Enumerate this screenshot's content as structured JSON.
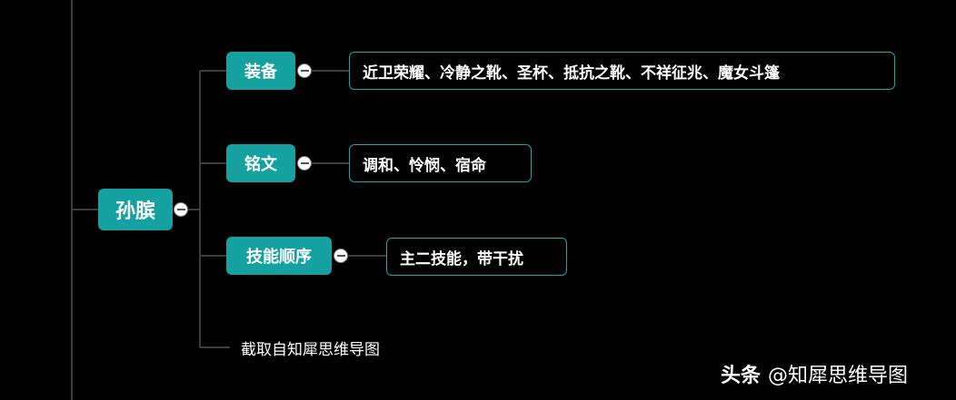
{
  "mindmap": {
    "root": {
      "label": "孙膑"
    },
    "branches": [
      {
        "label": "装备",
        "detail": "近卫荣耀、冷静之靴、圣杯、抵抗之靴、不祥征兆、魔女斗篷"
      },
      {
        "label": "铭文",
        "detail": "调和、怜悯、宿命"
      },
      {
        "label": "技能顺序",
        "detail": "主二技能，带干扰"
      }
    ],
    "note": "截取自知犀思维导图"
  },
  "watermark": {
    "logo": "头条",
    "account": "@知犀思维导图"
  },
  "colors": {
    "background": "#000000",
    "node_fill": "#14a19f",
    "leaf_border": "#1aa7a5",
    "connector": "#3c3c3c",
    "text": "#ffffff"
  }
}
